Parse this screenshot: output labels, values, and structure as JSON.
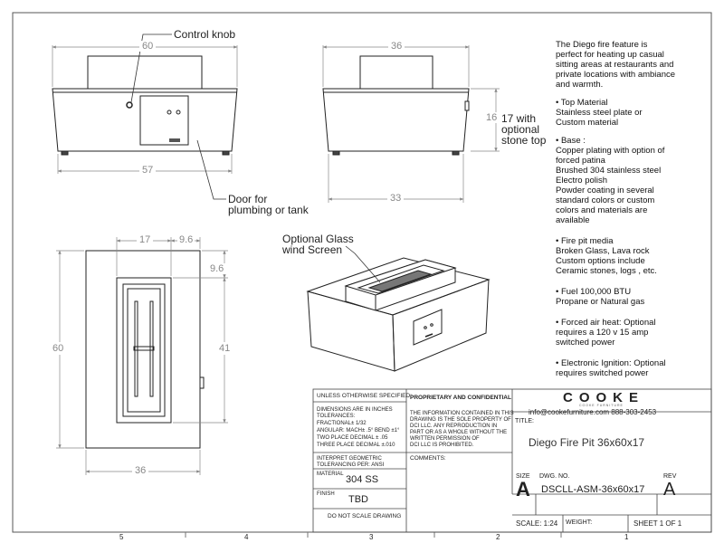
{
  "border_numbers": [
    "5",
    "4",
    "3",
    "2",
    "1"
  ],
  "front_view": {
    "width_top": "60",
    "width_bottom": "57",
    "control_knob_label": "Control knob",
    "door_label": [
      "Door for",
      "plumbing or tank"
    ]
  },
  "side_view": {
    "width_top": "36",
    "width_bottom": "33",
    "height": "16",
    "height_note": [
      "17 with",
      "optional",
      "stone top"
    ]
  },
  "top_view": {
    "dim_17": "17",
    "dim_9_6_top": "9.6",
    "dim_9_6_side": "9.6",
    "dim_41": "41",
    "dim_60": "60",
    "dim_36": "36"
  },
  "iso_view": {
    "glass_label": [
      "Optional Glass",
      "wind Screen"
    ]
  },
  "specs": [
    [
      "The Diego fire feature is",
      "perfect for heating up casual",
      "sitting areas at restaurants and",
      "private locations with ambiance",
      "and warmth."
    ],
    [
      "• Top Material",
      "Stainless steel plate or",
      "Custom material"
    ],
    [
      "• Base :",
      "Copper plating with option of",
      "forced patina",
      "Brushed 304 stainless steel",
      "Electro polish",
      "Powder coating in several",
      "standard colors or custom",
      "colors and materials are",
      "available"
    ],
    [
      "• Fire pit media",
      "Broken Glass, Lava rock",
      "Custom options include",
      "Ceramic stones, logs , etc."
    ],
    [
      "• Fuel 100,000 BTU",
      "Propane or Natural gas"
    ],
    [
      "• Forced air heat: Optional",
      "requires a 120 v 15 amp",
      "switched power"
    ],
    [
      "• Electronic Ignition: Optional",
      "requires switched power"
    ]
  ],
  "title_block": {
    "unless": "UNLESS OTHERWISE SPECIFIED:",
    "tolerances": [
      "DIMENSIONS ARE IN INCHES",
      "TOLERANCES:",
      "FRACTIONAL± 1/32",
      "ANGULAR: MACH± .5°  BEND ±1°",
      "TWO PLACE DECIMAL   ± .05",
      "THREE PLACE DECIMAL  ±.010"
    ],
    "interpret": [
      "INTERPRET GEOMETRIC",
      "TOLERANCING PER: ANSI"
    ],
    "material_label": "MATERIAL",
    "material_value": "304 SS",
    "finish_label": "FINISH",
    "finish_value": "TBD",
    "do_not_scale": "DO NOT SCALE DRAWING",
    "proprietary_title": "PROPRIETARY AND CONFIDENTIAL",
    "proprietary_text": [
      "THE INFORMATION CONTAINED IN THIS",
      "DRAWING IS THE SOLE PROPERTY OF",
      "DCI LLC. ANY REPRODUCTION IN",
      "PART OR AS A WHOLE WITHOUT THE",
      "WRITTEN PERMISSION OF",
      "DCI LLC IS PROHIBITED."
    ],
    "comments_label": "COMMENTS:",
    "logo": "COOKE",
    "logo_sub": "COOKE FURNITURE",
    "contact": "info@cookefurniture.com 888-303-2453",
    "title_label": "TITLE:",
    "title_value": "Diego Fire Pit 36x60x17",
    "size_label": "SIZE",
    "size_value": "A",
    "dwg_label": "DWG.  NO.",
    "dwg_value": "DSCLL-ASM-36x60x17",
    "rev_label": "REV",
    "rev_value": "A",
    "scale": "SCALE: 1:24",
    "weight": "WEIGHT:",
    "sheet": "SHEET 1 OF 1"
  }
}
